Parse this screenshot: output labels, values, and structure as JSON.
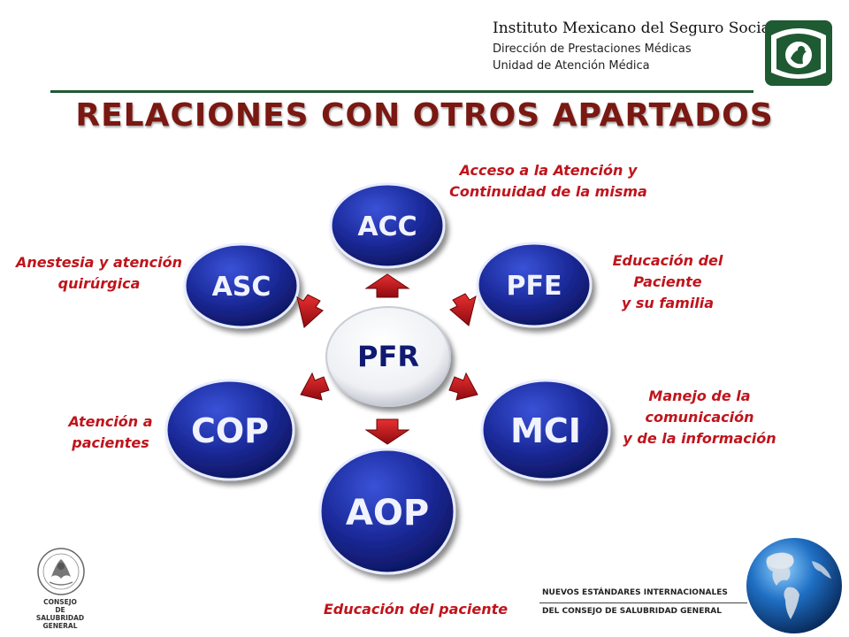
{
  "header": {
    "institution": "Instituto Mexicano del Seguro Social",
    "line1": "Dirección de Prestaciones Médicas",
    "line2": "Unidad de Atención Médica"
  },
  "title": "RELACIONES CON OTROS APARTADOS",
  "center_node": "PFR",
  "nodes": [
    {
      "id": "ACC",
      "label": "ACC"
    },
    {
      "id": "PFE",
      "label": "PFE"
    },
    {
      "id": "MCI",
      "label": "MCI"
    },
    {
      "id": "AOP",
      "label": "AOP"
    },
    {
      "id": "COP",
      "label": "COP"
    },
    {
      "id": "ASC",
      "label": "ASC"
    }
  ],
  "descriptions": {
    "acc": [
      "Acceso a la Atención y",
      "Continuidad de la misma"
    ],
    "pfe": [
      "Educación del",
      "Paciente",
      "y su familia"
    ],
    "mci": [
      "Manejo de la",
      "comunicación",
      "y de la información"
    ],
    "aop": [
      "Educación del paciente"
    ],
    "cop": [
      "Atención a",
      "pacientes"
    ],
    "asc": [
      "Anestesia y atención",
      "quirúrgica"
    ]
  },
  "footer": {
    "line1": "NUEVOS    ESTÁNDARES    INTERNACIONALES",
    "line2": "DEL CONSEJO DE SALUBRIDAD GENERAL",
    "consejo": [
      "CONSEJO",
      "DE",
      "SALUBRIDAD GENERAL"
    ]
  },
  "colors": {
    "node_blue": "#1b2a9a",
    "arrow_red": "#c8141c",
    "label_red": "#c0141c",
    "title_red": "#7a1812",
    "imss_green": "#1e5a32"
  }
}
